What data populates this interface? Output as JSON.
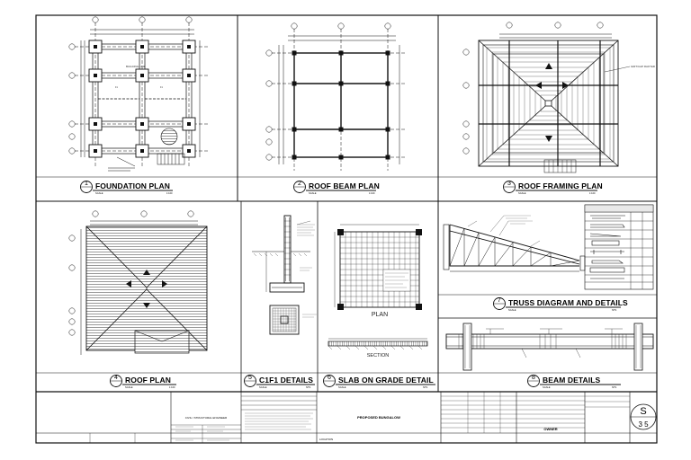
{
  "views": [
    {
      "number": "1",
      "title": "FOUNDATION PLAN",
      "scale_label": "SCALE",
      "scale_value": "1:100"
    },
    {
      "number": "2",
      "title": "ROOF BEAM PLAN",
      "scale_label": "SCALE",
      "scale_value": "1:100"
    },
    {
      "number": "3",
      "title": "ROOF FRAMING PLAN",
      "scale_label": "SCALE",
      "scale_value": "1:100"
    },
    {
      "number": "4",
      "title": "ROOF PLAN",
      "scale_label": "SCALE",
      "scale_value": "1:100"
    },
    {
      "number": "5",
      "title": "C1F1 DETAILS",
      "scale_label": "SCALE",
      "scale_value": "NTS"
    },
    {
      "number": "6",
      "title": "SLAB ON GRADE DETAIL",
      "scale_label": "SCALE",
      "scale_value": "NTS"
    },
    {
      "number": "7",
      "title": "TRUSS DIAGRAM AND DETAILS",
      "scale_label": "SCALE",
      "scale_value": "NTS"
    },
    {
      "number": "8",
      "title": "BEAM DETAILS",
      "scale_label": "SCALE",
      "scale_value": "NTS"
    }
  ],
  "slab_detail": {
    "plan_label": "PLAN",
    "section_label": "SECTION"
  },
  "title_block": {
    "engineer_label": "CIVIL / STRUCTURAL ENGINEER",
    "project_title": "PROPOSED BUNGALOW",
    "owner": "OWNER",
    "location_label": "LOCATION",
    "sheet_number": "S",
    "sheet_of": "3 5"
  },
  "colors": {
    "line": "#111111",
    "hatch": "#555555"
  }
}
